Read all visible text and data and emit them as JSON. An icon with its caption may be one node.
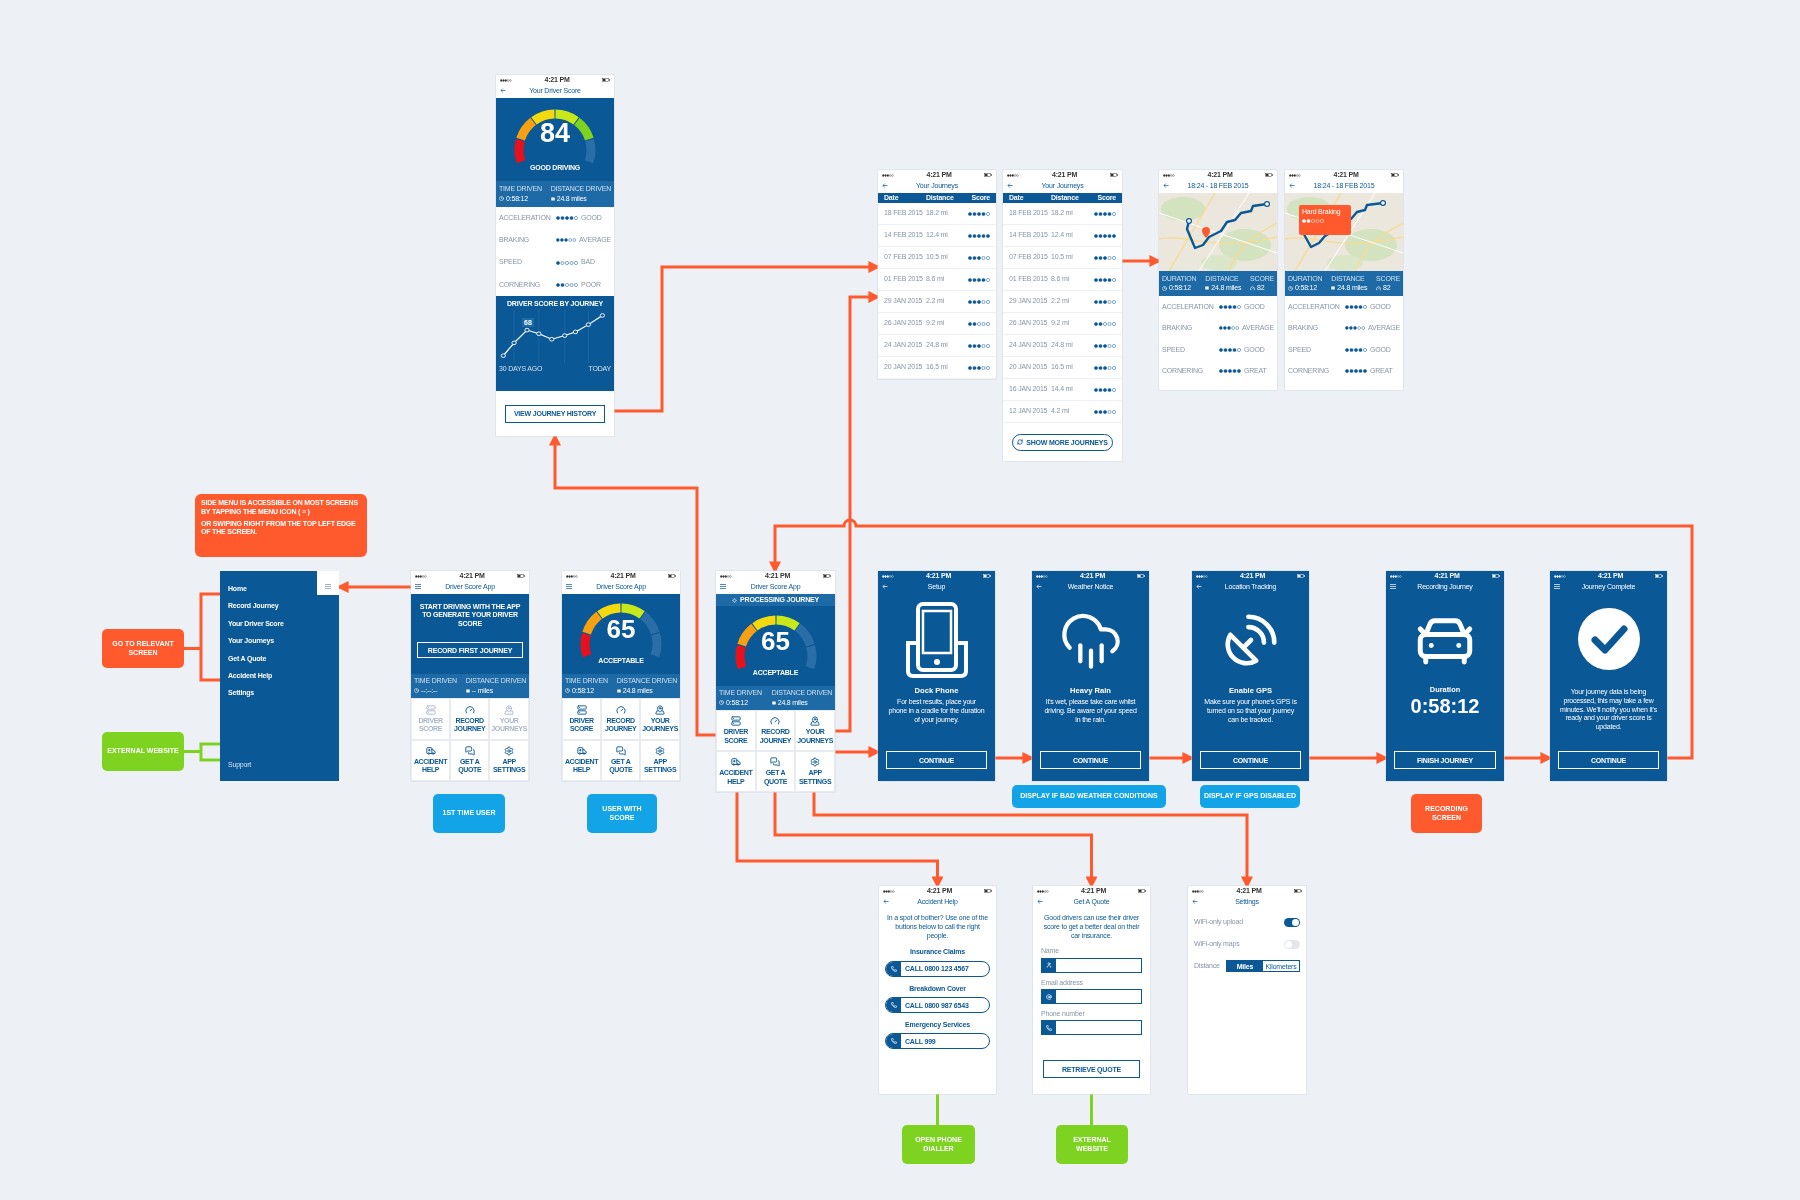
{
  "diagram": {
    "nodes": [
      {
        "text": [
          "4:21 PM",
          "Your Driver Score",
          "84",
          "GOOD DRIVING",
          "TIME DRIVEN",
          "0:58:12",
          "DISTANCE DRIVEN",
          "24.8 miles",
          "ACCELERATION",
          "GOOD",
          "BRAKING",
          "AVERAGE",
          "SPEED",
          "BAD",
          "CORNERING",
          "POOR",
          "DRIVER SCORE BY JOURNEY",
          "68",
          "30 DAYS AGO",
          "TODAY",
          "VIEW JOURNEY HISTORY"
        ]
      },
      {
        "text": [
          "4:21 PM",
          "Your Journeys",
          "Date",
          "Distance",
          "Score",
          "18 FEB 2015",
          "18.2 mi",
          "14 FEB 2015",
          "12.4 mi",
          "07 FEB 2015",
          "10.5 mi",
          "01 FEB 2015",
          "8.6 mi",
          "29 JAN 2015",
          "2.2 mi",
          "26 JAN 2015",
          "9.2 mi",
          "24 JAN 2015",
          "24.8 mi",
          "20 JAN 2015",
          "16.5 mi"
        ]
      },
      {
        "text": [
          "4:21 PM",
          "Your Journeys",
          "Date",
          "Distance",
          "Score",
          "18 FEB 2015",
          "18.2 mi",
          "14 FEB 2015",
          "12.4 mi",
          "07 FEB 2015",
          "10.5 mi",
          "01 FEB 2015",
          "8.6 mi",
          "29 JAN 2015",
          "2.2 mi",
          "26 JAN 2015",
          "9.2 mi",
          "24 JAN 2015",
          "24.8 mi",
          "20 JAN 2015",
          "16.5 mi",
          "16 JAN 2015",
          "14.4 mi",
          "12 JAN 2015",
          "4.2 mi",
          "SHOW MORE JOURNEYS"
        ]
      },
      {
        "text": [
          "4:21 PM",
          "18:24 - 18 FEB 2015",
          "DURATION",
          "0:58:12",
          "DISTANCE",
          "24.8 miles",
          "SCORE",
          "82",
          "ACCELERATION",
          "GOOD",
          "BRAKING",
          "AVERAGE",
          "SPEED",
          "GOOD",
          "CORNERING",
          "GREAT"
        ]
      },
      {
        "text": [
          "4:21 PM",
          "18:24 - 18 FEB 2015",
          "DURATION",
          "0:58:12",
          "DISTANCE",
          "24.8 miles",
          "SCORE",
          "82",
          "ACCELERATION",
          "GOOD",
          "BRAKING",
          "AVERAGE",
          "SPEED",
          "GOOD",
          "CORNERING",
          "GREAT",
          "Hard Braking"
        ]
      },
      {
        "text": [
          "SIDE MENU IS ACCESSIBLE ON MOST SCREENS BY TAPPING THE MENU ICON ( ≡ )",
          "OR SWIPING RIGHT FROM THE TOP LEFT EDGE OF THE SCREEN."
        ]
      },
      {
        "text": [
          "Home",
          "Record Journey",
          "Your Driver Score",
          "Your Journeys",
          "Get A Quote",
          "Accident Help",
          "Settings",
          "Support"
        ]
      },
      {
        "text": [
          "GO TO RELEVANT SCREEN"
        ]
      },
      {
        "text": [
          "EXTERNAL WEBSITE"
        ]
      },
      {
        "text": [
          "4:21 PM",
          "Driver Score App",
          "START DRIVING WITH THE APP TO GENERATE YOUR DRIVER SCORE",
          "RECORD FIRST JOURNEY",
          "TIME DRIVEN",
          "--:--:--",
          "DISTANCE DRIVEN",
          "-- miles",
          "DRIVER SCORE",
          "RECORD JOURNEY",
          "YOUR JOURNEYS",
          "ACCIDENT HELP",
          "GET A QUOTE",
          "APP SETTINGS"
        ]
      },
      {
        "text": [
          "1ST TIME USER"
        ]
      },
      {
        "text": [
          "4:21 PM",
          "Driver Score App",
          "65",
          "ACCEPTABLE",
          "TIME DRIVEN",
          "0:58:12",
          "DISTANCE DRIVEN",
          "24.8 miles",
          "DRIVER SCORE",
          "RECORD JOURNEY",
          "YOUR JOURNEYS",
          "ACCIDENT HELP",
          "GET A QUOTE",
          "APP SETTINGS"
        ]
      },
      {
        "text": [
          "USER WITH SCORE"
        ]
      },
      {
        "text": [
          "4:21 PM",
          "Driver Score App",
          "PROCESSING JOURNEY",
          "65",
          "ACCEPTABLE",
          "TIME DRIVEN",
          "0:58:12",
          "DISTANCE DRIVEN",
          "24.8 miles",
          "DRIVER SCORE",
          "RECORD JOURNEY",
          "YOUR JOURNEYS",
          "ACCIDENT HELP",
          "GET A QUOTE",
          "APP SETTINGS"
        ]
      },
      {
        "text": [
          "4:21 PM",
          "Setup",
          "Dock Phone",
          "For best results, place your phone in a cradle for the duration of your journey.",
          "CONTINUE"
        ]
      },
      {
        "text": [
          "4:21 PM",
          "Weather Notice",
          "Heavy Rain",
          "It's wet, please take care whilst driving. Be aware of your speed in the rain.",
          "CONTINUE"
        ]
      },
      {
        "text": [
          "DISPLAY IF BAD WEATHER CONDITIONS"
        ]
      },
      {
        "text": [
          "4:21 PM",
          "Location Tracking",
          "Enable GPS",
          "Make sure your phone's GPS is turned on so that your journey can be tracked.",
          "CONTINUE"
        ]
      },
      {
        "text": [
          "DISPLAY IF GPS DISABLED"
        ]
      },
      {
        "text": [
          "4:21 PM",
          "Recording Journey",
          "Duration",
          "0:58:12",
          "FINISH JOURNEY"
        ]
      },
      {
        "text": [
          "RECORDING SCREEN"
        ]
      },
      {
        "text": [
          "4:21 PM",
          "Journey Complete",
          "Your journey data is being processed, this may take a few minutes. We'll notify you when it's ready and your driver score is updated.",
          "CONTINUE"
        ]
      },
      {
        "text": [
          "4:21 PM",
          "Accident Help",
          "In a spot of bother? Use one of the buttons below to call the right people.",
          "Insurance Claims",
          "CALL 0800 123 4567",
          "Breakdown Cover",
          "CALL 0800 987 6543",
          "Emergency Services",
          "CALL 999"
        ]
      },
      {
        "text": [
          "4:21 PM",
          "Get A Quote",
          "Good drivers can use their driver score to get a better deal on their car insurance.",
          "Name",
          "Email address",
          "Phone number",
          "RETRIEVE QUOTE"
        ]
      },
      {
        "text": [
          "4:21 PM",
          "Settings",
          "WiFi-only upload",
          "WiFi-only maps",
          "Distance",
          "Miles",
          "Kilometers"
        ]
      },
      {
        "text": [
          "OPEN PHONE DIALLER"
        ]
      },
      {
        "text": [
          "EXTERNAL WEBSITE"
        ]
      }
    ],
    "edges": [
      {
        "from": 0,
        "to": 1,
        "arrow": "to"
      },
      {
        "from": 2,
        "to": 3,
        "arrow": "to"
      },
      {
        "from": 13,
        "to": 1,
        "arrow": "to"
      },
      {
        "from": 13,
        "to": 0,
        "arrow": "to"
      },
      {
        "from": 9,
        "to": 6,
        "arrow": "to"
      },
      {
        "from": 13,
        "to": 14,
        "arrow": "to"
      },
      {
        "from": 14,
        "to": 15,
        "arrow": "to"
      },
      {
        "from": 15,
        "to": 17,
        "arrow": "to"
      },
      {
        "from": 17,
        "to": 19,
        "arrow": "to"
      },
      {
        "from": 19,
        "to": 21,
        "arrow": "to"
      },
      {
        "from": 21,
        "to": 13,
        "arrow": "to"
      },
      {
        "from": 13,
        "to": 22,
        "arrow": "to"
      },
      {
        "from": 13,
        "to": 23,
        "arrow": "to"
      },
      {
        "from": 13,
        "to": 24,
        "arrow": "to"
      },
      {
        "from": 22,
        "to": 25,
        "arrow": "none",
        "color": "#7ed321"
      },
      {
        "from": 23,
        "to": 26,
        "arrow": "none",
        "color": "#7ed321"
      },
      {
        "from": 7,
        "to": 6,
        "arrow": "none"
      },
      {
        "from": 8,
        "to": 6,
        "arrow": "none",
        "color": "#7ed321"
      }
    ]
  }
}
